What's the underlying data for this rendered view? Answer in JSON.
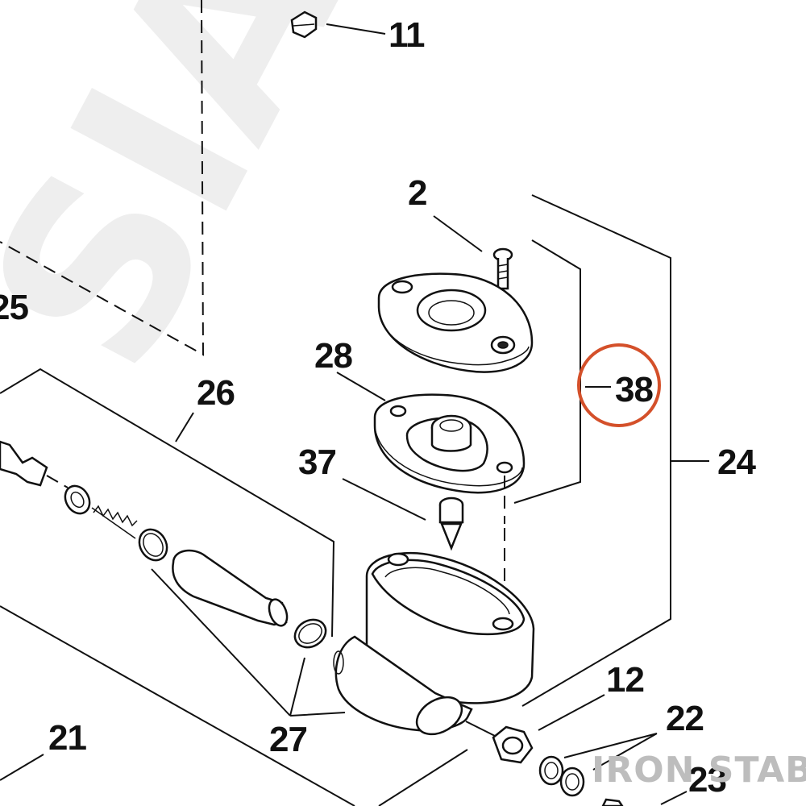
{
  "diagram": {
    "callouts": [
      "11",
      "2",
      "25",
      "28",
      "26",
      "38",
      "37",
      "24",
      "12",
      "22",
      "21",
      "27",
      "23"
    ],
    "highlight_callout": "38",
    "highlight_color": "#d4502a",
    "watermark": "IRON STABLE",
    "background_watermark": "SIA"
  }
}
